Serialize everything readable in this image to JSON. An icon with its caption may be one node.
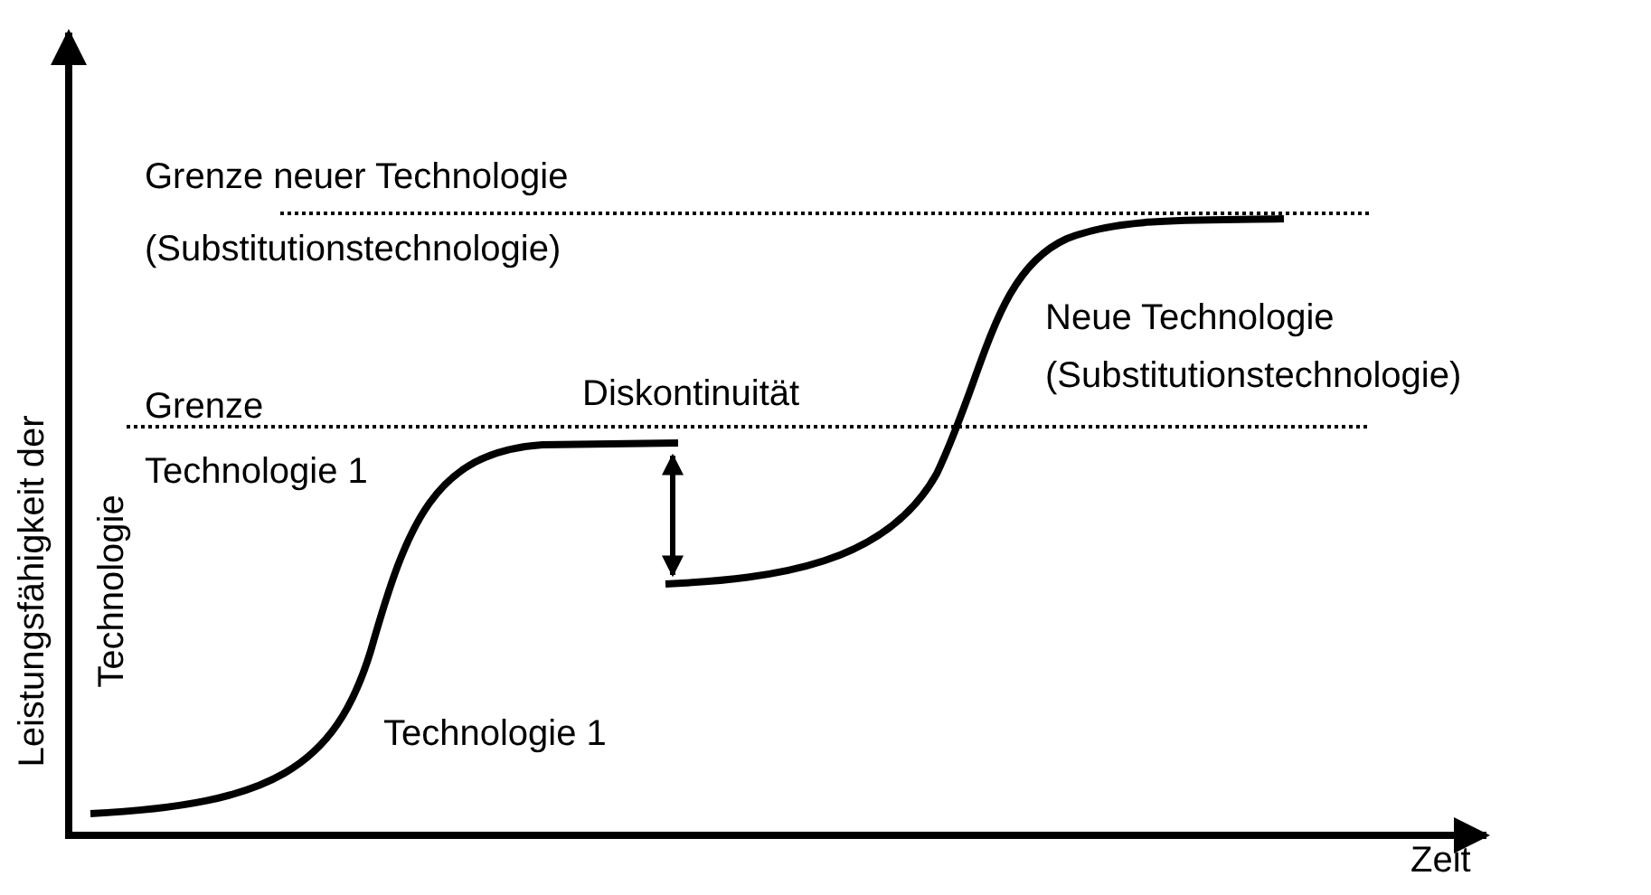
{
  "diagram": {
    "labels": [
      "Grenze neuer Technologie (Substitutionstechnologie)",
      "Neue Technologie (Substitutionstechnologie)",
      "Grenze Technologie 1",
      "Diskontinuität",
      "Technologie 1",
      "Leistungsfähigkeit der Technologie",
      "Zeit"
    ]
  }
}
